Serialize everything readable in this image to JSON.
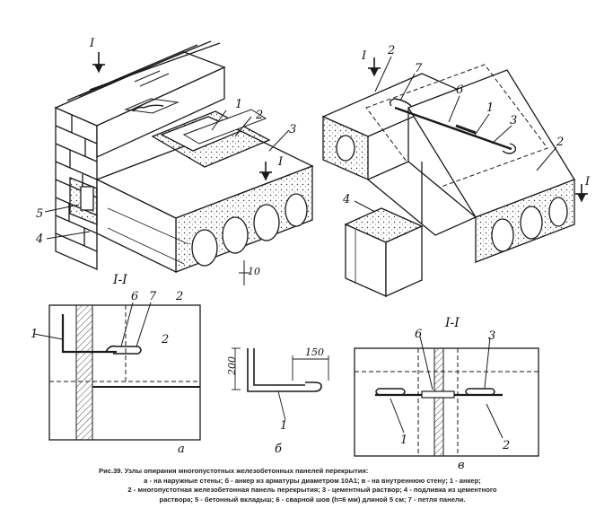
{
  "labels": {
    "sec_mark": "I",
    "sec_title": "I-I",
    "n1": "1",
    "n2": "2",
    "n3": "3",
    "n4": "4",
    "n5": "5",
    "n6": "6",
    "n7": "7",
    "dim10": "10",
    "dim150": "150",
    "dim200": "200",
    "sub_a": "a",
    "sub_b": "б",
    "sub_v": "в"
  },
  "caption": {
    "line1": "Рис.39. Узлы опирания многопустотных железобетонных панелей перекрытия:",
    "line2": "а - на наружные стены; б - анкер из арматуры диаметром 10А1; в - на внутреннюю стену; 1 - анкер;",
    "line3": "2 - многопустотная железобетонная панель перекрытия; 3 - цементный раствор; 4 - подливка из цементного",
    "line4": "раствора; 5 - бетонный вкладыш; 6 - сварной шов (h=6 мм) длиной 5 см; 7 - петля панели."
  },
  "colors": {
    "ink": "#1a1a1a",
    "paper": "#ffffff",
    "fill": "#e6e6e6"
  }
}
